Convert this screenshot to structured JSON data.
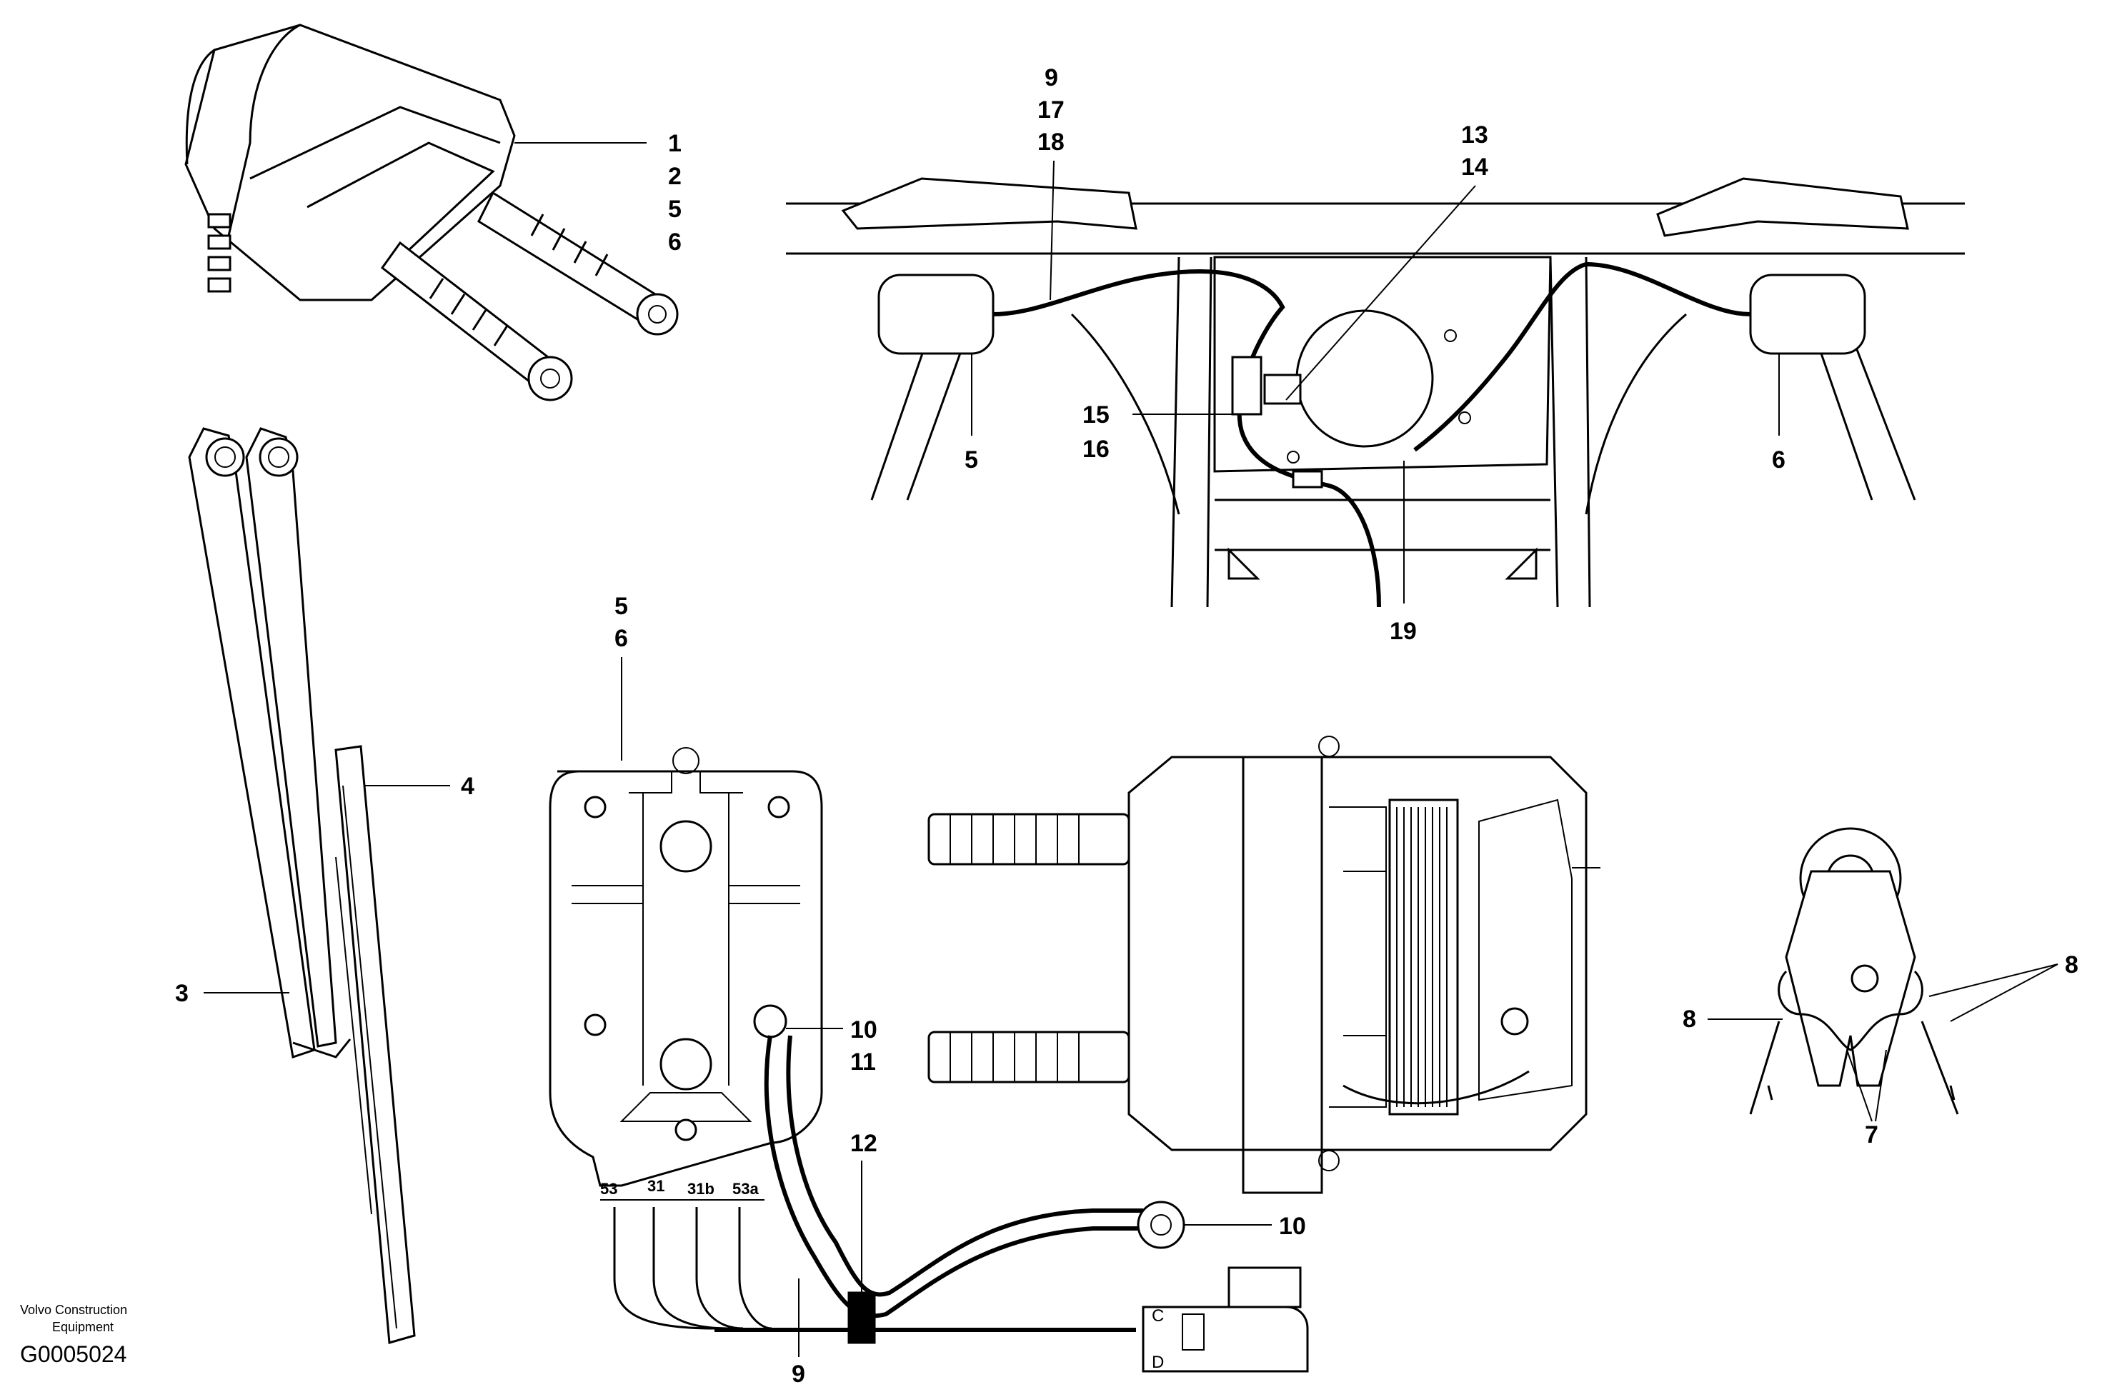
{
  "callouts": {
    "motor_top": [
      "1",
      "2",
      "5",
      "6"
    ],
    "cab_left_stack": [
      "9",
      "17",
      "18"
    ],
    "cab_mid_stack": [
      "13",
      "14"
    ],
    "cab_15_16": [
      "15",
      "16"
    ],
    "cab_5": "5",
    "cab_6": "6",
    "cab_19": "19",
    "arm_4": "4",
    "arm_3": "3",
    "motor_cover_stack": [
      "5",
      "6"
    ],
    "ground_10_11": [
      "10",
      "11"
    ],
    "cable_12": "12",
    "cable_10": "10",
    "cable_9": "9",
    "spring_8_right": "8",
    "spring_8_left": "8",
    "spring_7": "7"
  },
  "terminals": [
    "53",
    "31",
    "31b",
    "53a"
  ],
  "connector_letters": [
    "C",
    "D"
  ],
  "credit": {
    "line1": "Volvo Construction",
    "line2": "Equipment",
    "code": "G0005024"
  }
}
